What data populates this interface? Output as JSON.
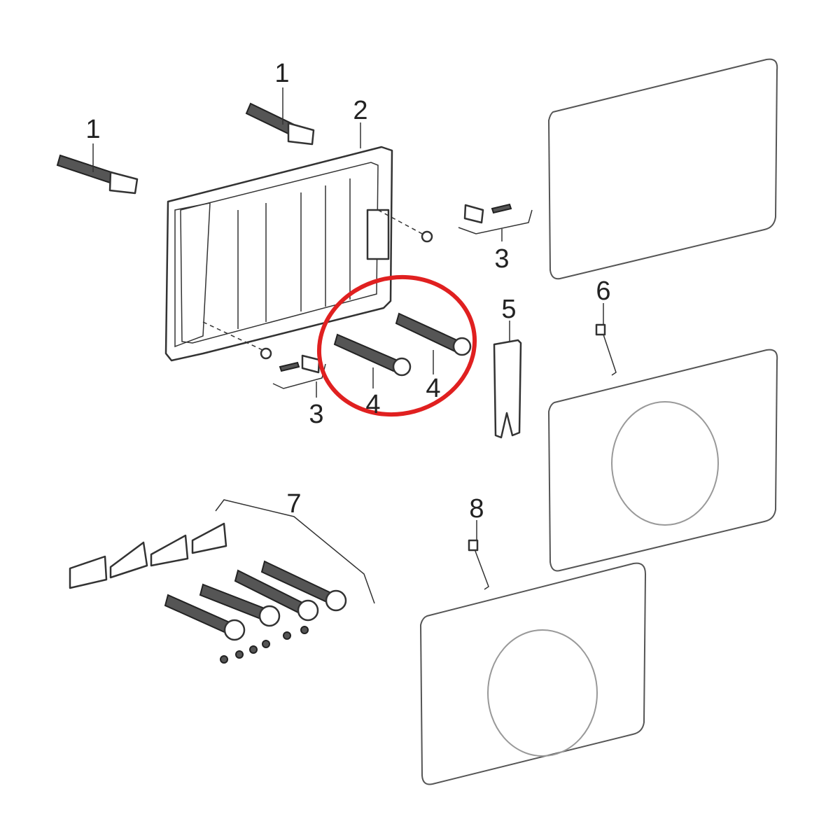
{
  "title": "Exploded parts diagram - flush plate mounting set",
  "labels": {
    "part_1a": "1",
    "part_1b": "1",
    "part_2": "2",
    "part_3a": "3",
    "part_3b": "3",
    "part_4a": "4",
    "part_4b": "4",
    "part_5": "5",
    "part_6": "6",
    "part_7": "7",
    "part_8": "8"
  },
  "highlight": {
    "color": "#e02020",
    "target": "part_4"
  }
}
